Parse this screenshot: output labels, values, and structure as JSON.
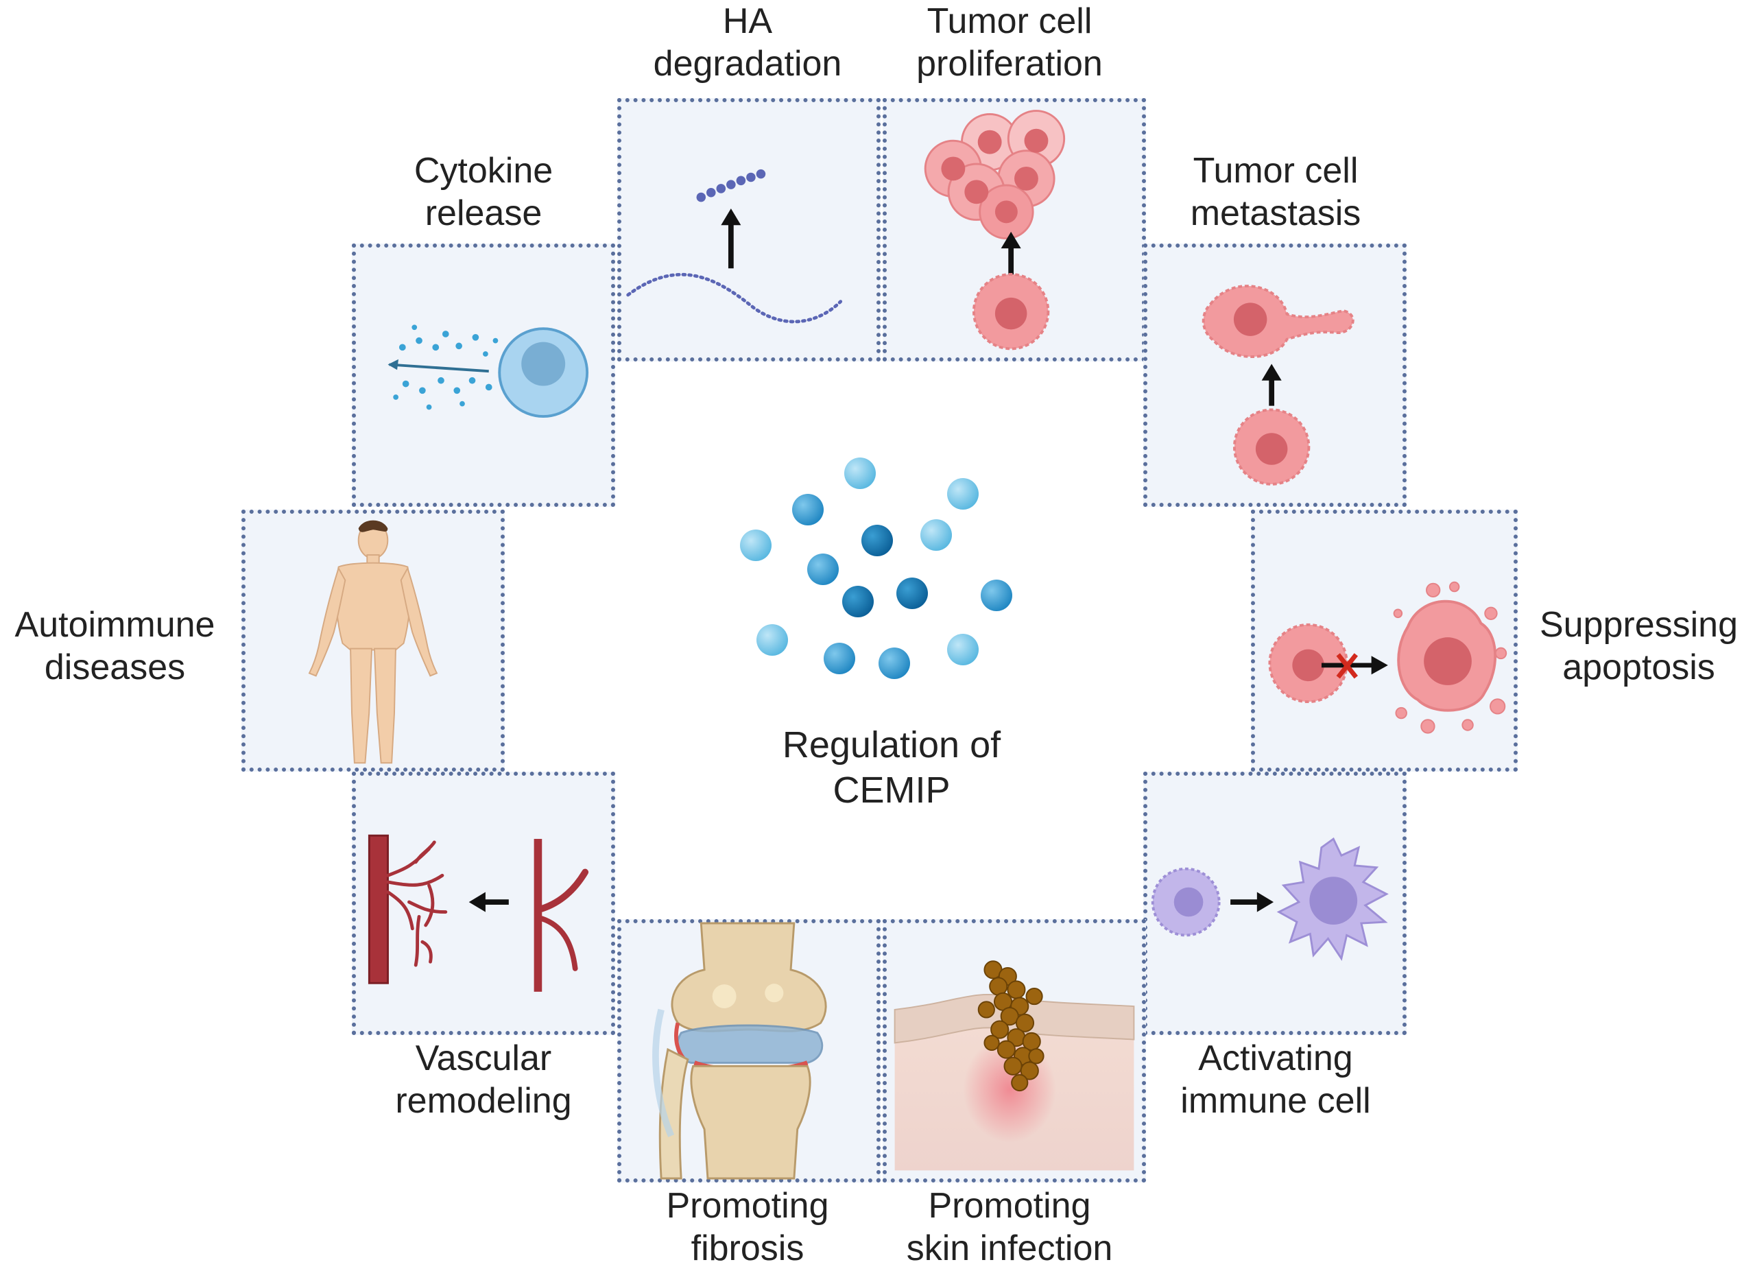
{
  "center": {
    "line1": "Regulation of",
    "line2": "CEMIP"
  },
  "panels": {
    "ha_degradation": {
      "line1": "HA",
      "line2": "degradation"
    },
    "tumor_proliferation": {
      "line1": "Tumor cell",
      "line2": "proliferation"
    },
    "cytokine_release": {
      "line1": "Cytokine",
      "line2": "release"
    },
    "tumor_metastasis": {
      "line1": "Tumor cell",
      "line2": "metastasis"
    },
    "autoimmune": {
      "line1": "Autoimmune",
      "line2": "diseases"
    },
    "suppressing_apoptosis": {
      "line1": "Suppressing",
      "line2": "apoptosis"
    },
    "vascular_remodeling": {
      "line1": "Vascular",
      "line2": "remodeling"
    },
    "activating_immune": {
      "line1": "Activating",
      "line2": "immune cell"
    },
    "promoting_fibrosis": {
      "line1": "Promoting",
      "line2": "fibrosis"
    },
    "skin_infection": {
      "line1": "Promoting",
      "line2": "skin infection"
    }
  },
  "colors": {
    "box_border": "#5a6f9c",
    "box_fill": "#f0f4fa",
    "tumor_cell": "#f29a9e",
    "immune_cell": "#b9a9e6",
    "vessel": "#a8323a",
    "molecule": "#2a8cc6",
    "arrow": "#111111",
    "inhibit_cross": "#d22a1e"
  },
  "icons": {
    "center": "cemip-molecules-icon",
    "ha_degradation": "hyaluronan-chain-icon",
    "tumor_proliferation": "tumor-cell-cluster-icon",
    "cytokine_release": "cytokine-secreting-cell-icon",
    "tumor_metastasis": "migrating-tumor-cell-icon",
    "autoimmune": "human-body-icon",
    "suppressing_apoptosis": "apoptosis-blocked-icon",
    "vascular_remodeling": "blood-vessel-branching-icon",
    "activating_immune": "immune-cell-activation-icon",
    "promoting_fibrosis": "knee-joint-icon",
    "skin_infection": "skin-bacteria-icon"
  }
}
